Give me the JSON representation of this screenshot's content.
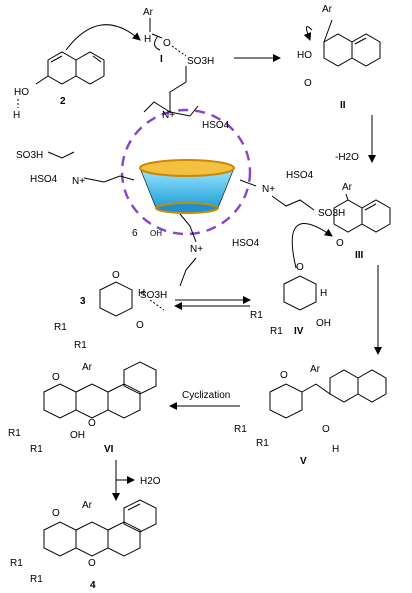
{
  "compounds": {
    "c2": "2",
    "cI": "I",
    "cII": "II",
    "cIII": "III",
    "c3": "3",
    "cIV": "IV",
    "cV": "V",
    "cVI": "VI",
    "c4": "4"
  },
  "atoms": {
    "ar": "Ar",
    "ho": "HO",
    "oh": "OH",
    "o": "O",
    "h": "H",
    "so3h": "SO3H",
    "hso4": "HSO4",
    "n_plus": "N+",
    "r1": "R1",
    "six": "6"
  },
  "steps": {
    "minus_water": "-H2O",
    "cyclization": "Cyclization",
    "water": "H2O"
  },
  "colors": {
    "cone_top": "#f0a000",
    "cone_fill": "#66ccee",
    "ring_purple": "#8844cc",
    "ring_green": "#44bb44",
    "ring_orange": "#ee8800",
    "ring_blue": "#3366dd",
    "ring_red": "#dd3344"
  }
}
